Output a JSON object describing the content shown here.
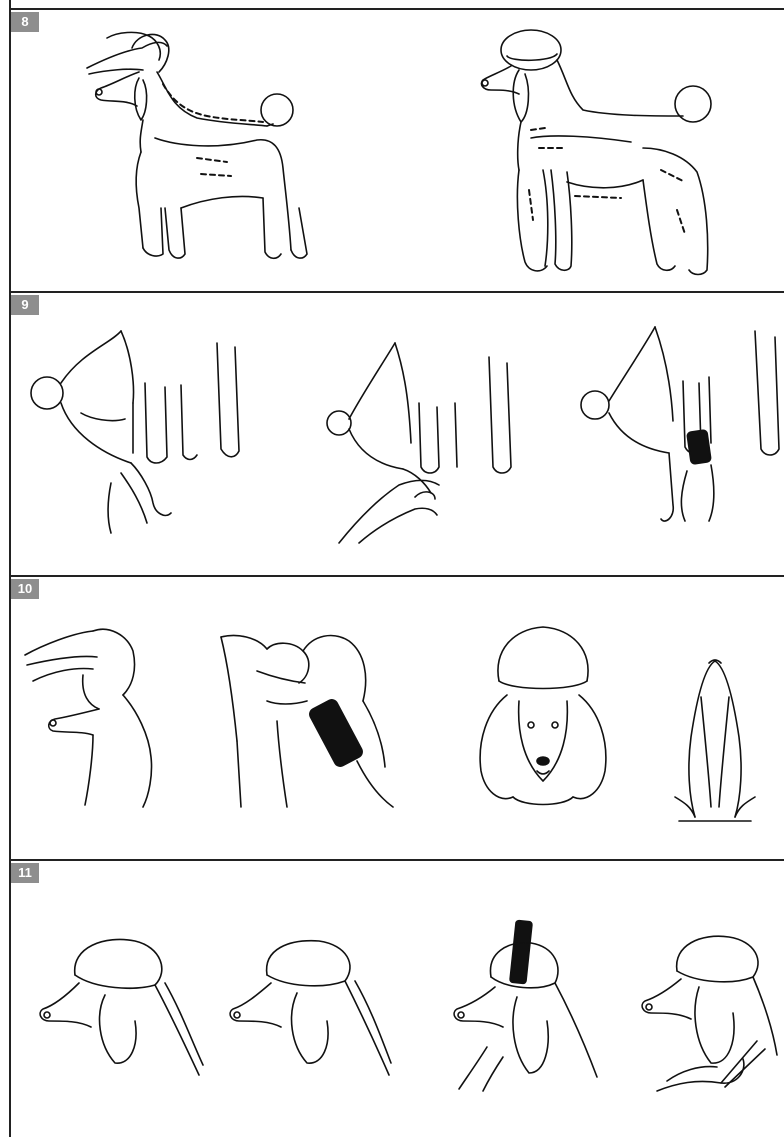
{
  "steps": [
    {
      "number": "8"
    },
    {
      "number": "9"
    },
    {
      "number": "10"
    },
    {
      "number": "11"
    }
  ]
}
